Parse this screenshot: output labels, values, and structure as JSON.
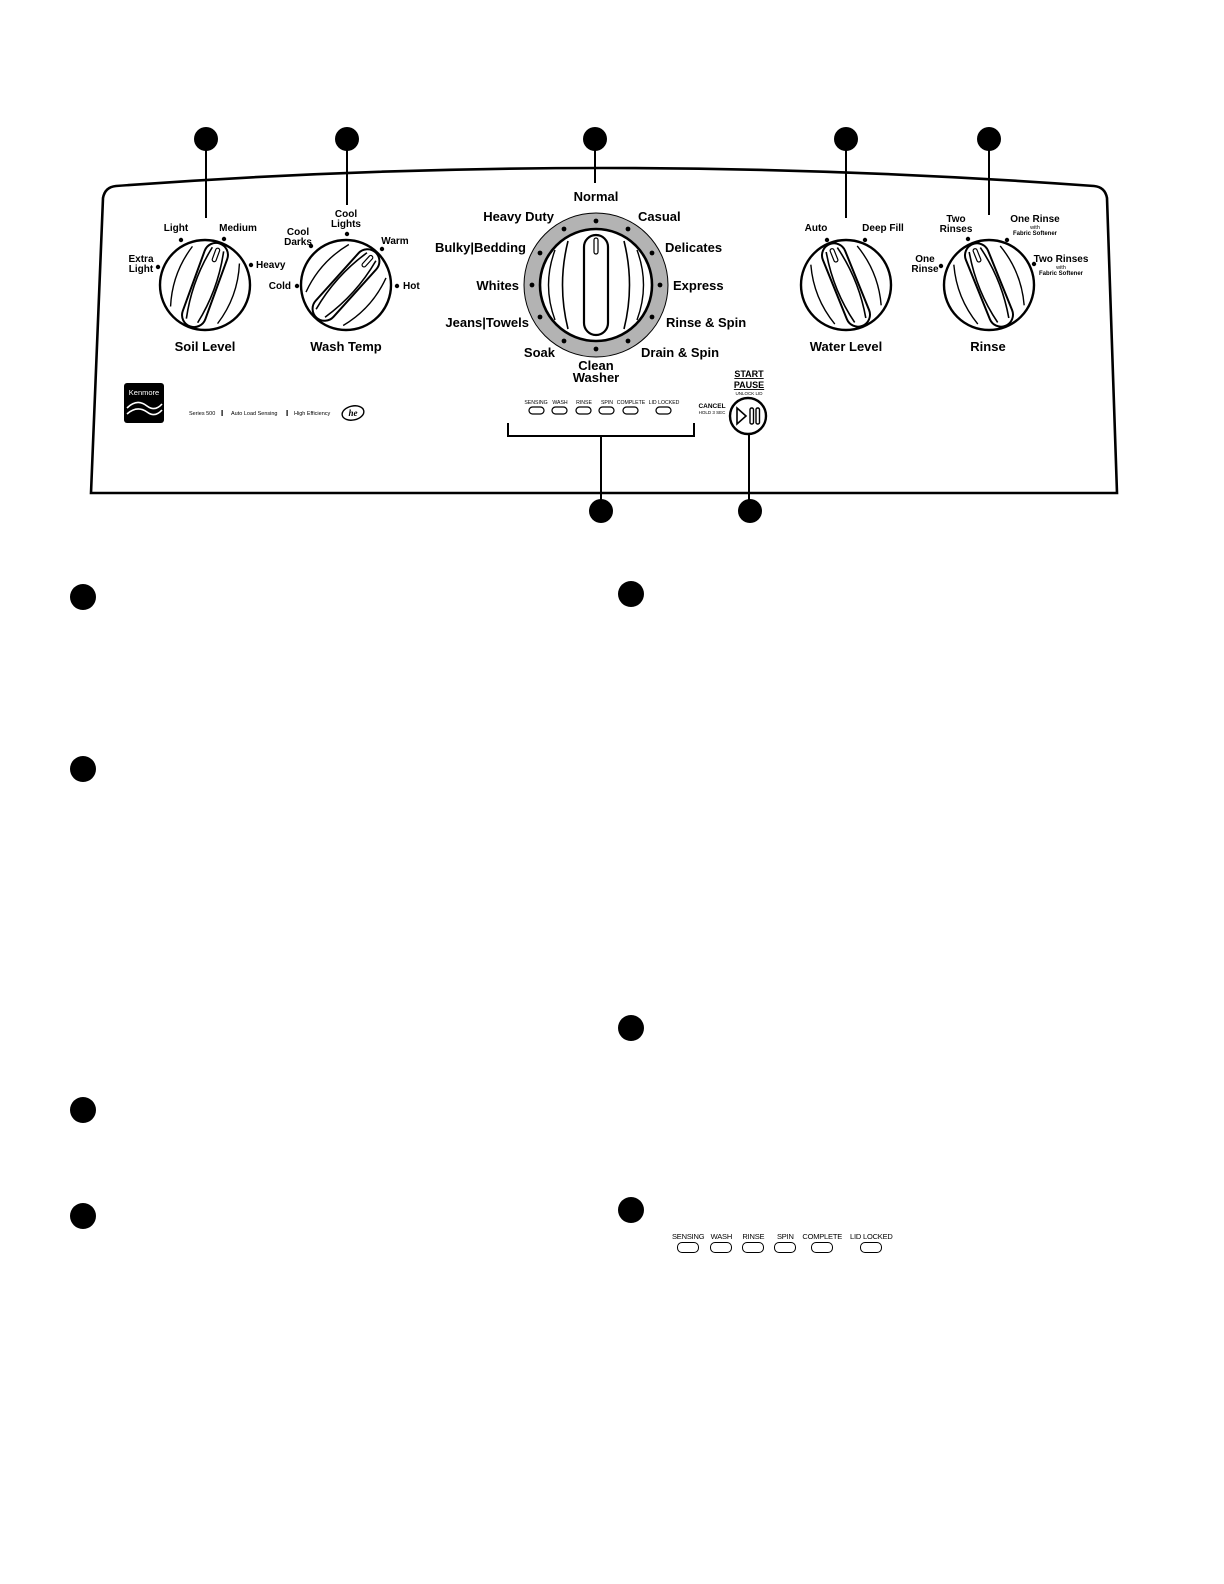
{
  "soil_level": {
    "title": "Soil Level",
    "options": [
      {
        "lines": [
          "Extra",
          "Light"
        ]
      },
      {
        "lines": [
          "Light"
        ]
      },
      {
        "lines": [
          "Medium"
        ]
      },
      {
        "lines": [
          "Heavy"
        ]
      }
    ]
  },
  "wash_temp": {
    "title": "Wash Temp",
    "options": [
      {
        "lines": [
          "Cold"
        ]
      },
      {
        "lines": [
          "Cool",
          "Darks"
        ]
      },
      {
        "lines": [
          "Cool",
          "Lights"
        ]
      },
      {
        "lines": [
          "Warm"
        ]
      },
      {
        "lines": [
          "Hot"
        ]
      }
    ]
  },
  "cycle": {
    "options": [
      {
        "lines": [
          "Normal"
        ]
      },
      {
        "lines": [
          "Casual"
        ]
      },
      {
        "lines": [
          "Delicates"
        ]
      },
      {
        "lines": [
          "Express"
        ]
      },
      {
        "lines": [
          "Rinse & Spin"
        ]
      },
      {
        "lines": [
          "Drain & Spin"
        ]
      },
      {
        "lines": [
          "Clean",
          "Washer"
        ]
      },
      {
        "lines": [
          "Soak"
        ]
      },
      {
        "lines": [
          "Jeans|Towels"
        ]
      },
      {
        "lines": [
          "Whites"
        ]
      },
      {
        "lines": [
          "Bulky|Bedding"
        ]
      },
      {
        "lines": [
          "Heavy Duty"
        ]
      }
    ]
  },
  "water_level": {
    "title": "Water Level",
    "options": [
      {
        "lines": [
          "Auto"
        ]
      },
      {
        "lines": [
          "Deep Fill"
        ]
      }
    ]
  },
  "rinse": {
    "title": "Rinse",
    "options": [
      {
        "lines": [
          "One",
          "Rinse"
        ]
      },
      {
        "lines": [
          "Two",
          "Rinses"
        ]
      },
      {
        "lines": [
          "One Rinse"
        ],
        "sub": [
          "with",
          "Fabric Softener"
        ]
      },
      {
        "lines": [
          "Two Rinses"
        ],
        "sub": [
          "with",
          "Fabric Softener"
        ]
      }
    ]
  },
  "brand": {
    "logo_text": "Kenmore",
    "series": "Series 500",
    "feature1": "Auto Load Sensing",
    "feature2": "High Efficiency",
    "he_badge": "he"
  },
  "start_pause": {
    "line1": "START",
    "line2": "PAUSE",
    "line3": "UNLOCK LID",
    "cancel": "CANCEL",
    "cancel_hint": "HOLD 3 SEC"
  },
  "status_lights": [
    "SENSING",
    "WASH",
    "RINSE",
    "SPIN",
    "COMPLETE",
    "LID LOCKED"
  ],
  "colors": {
    "ink": "#000000",
    "ring": "#b3b3b3",
    "paper": "#ffffff"
  }
}
